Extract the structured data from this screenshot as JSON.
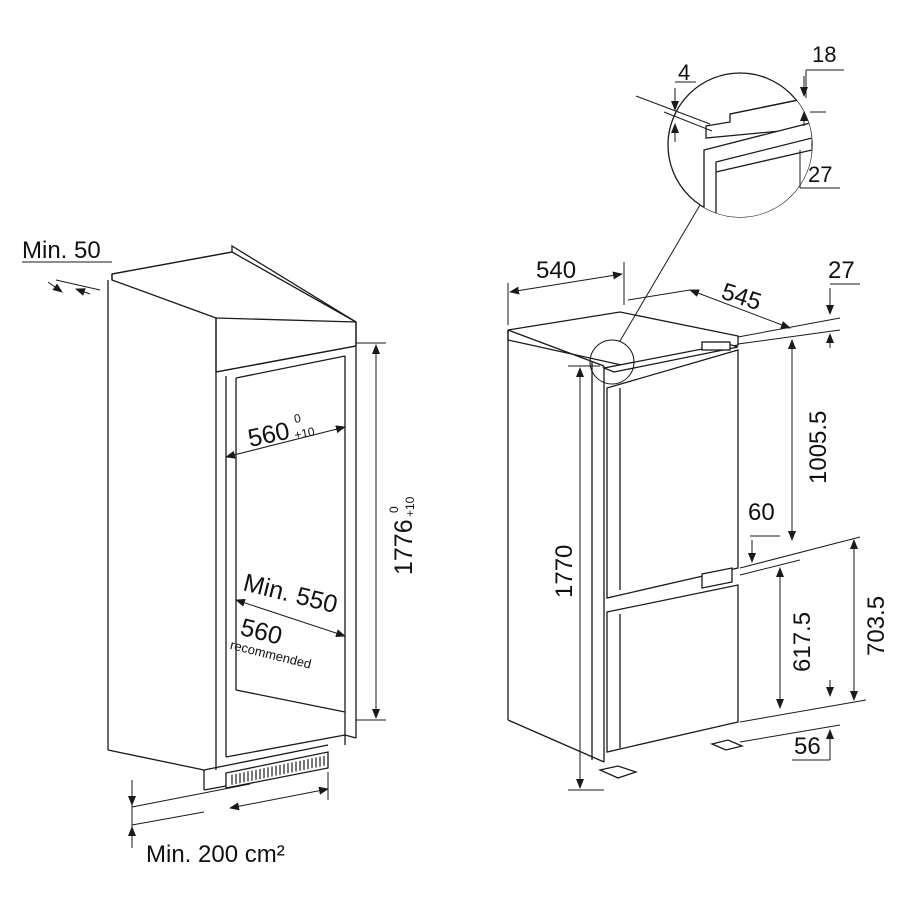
{
  "left_drawing": {
    "top_clearance": "Min. 50",
    "niche_width": "560",
    "niche_width_tol_upper": "0",
    "niche_width_tol_lower": "+10",
    "niche_height": "1776",
    "niche_height_tol_upper": "0",
    "niche_height_tol_lower": "+10",
    "depth_min": "Min. 550",
    "depth_recommended_value": "560",
    "depth_recommended_label": "recommended",
    "vent_area": "Min. 200 cm²"
  },
  "right_drawing": {
    "width": "540",
    "depth": "545",
    "top_offset": "27",
    "height_total": "1770",
    "upper_door_height": "1005.5",
    "door_gap": "60",
    "lower_door_height": "617.5",
    "lower_section_height": "703.5",
    "bottom_offset": "56"
  },
  "detail": {
    "gap_top": "4",
    "profile_height": "18",
    "profile_depth": "27"
  }
}
